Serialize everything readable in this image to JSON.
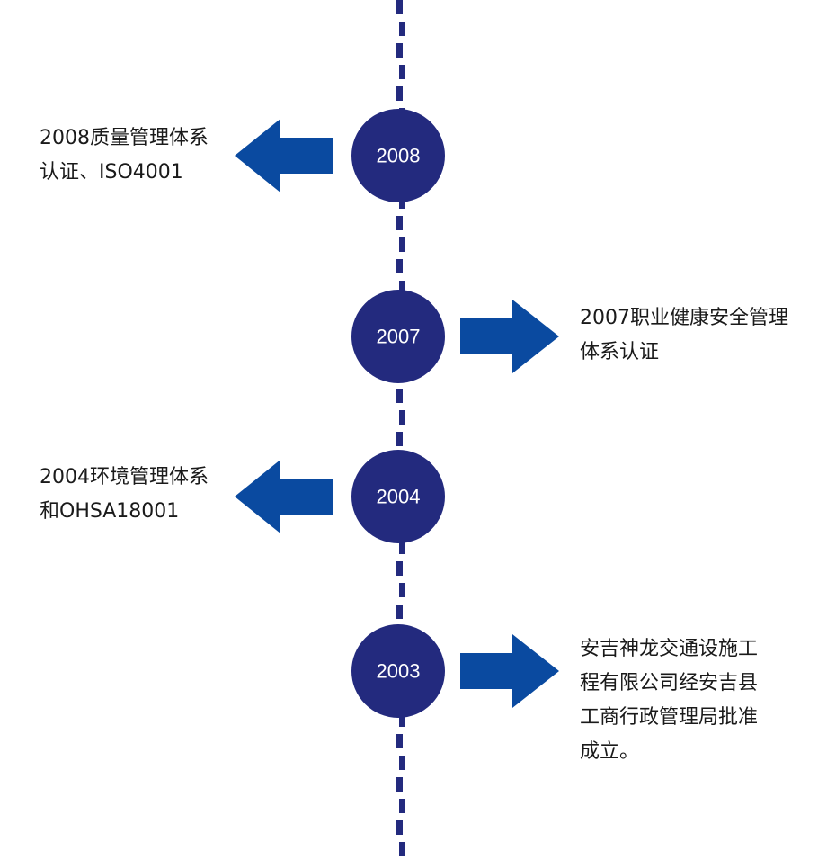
{
  "colors": {
    "spine": "#232a7e",
    "node": "#232a7e",
    "arrow": "#0a4aa0",
    "text": "#1a1a1a"
  },
  "events": [
    {
      "year": "2008",
      "side": "left",
      "lines": [
        "2008质量管理体系",
        "认证、ISO4001"
      ]
    },
    {
      "year": "2007",
      "side": "right",
      "lines": [
        "2007职业健康安全管理",
        "体系认证"
      ]
    },
    {
      "year": "2004",
      "side": "left",
      "lines": [
        "2004环境管理体系",
        "和OHSA18001"
      ]
    },
    {
      "year": "2003",
      "side": "right",
      "lines": [
        "安吉神龙交通设施工",
        "程有限公司经安吉县",
        "工商行政管理局批准",
        "成立。"
      ]
    }
  ]
}
